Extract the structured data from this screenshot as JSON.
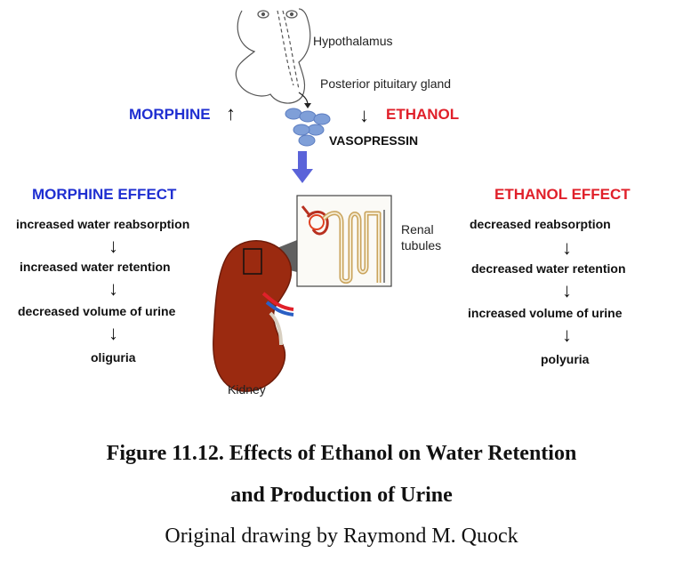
{
  "labels": {
    "hypothalamus": "Hypothalamus",
    "posterior_pituitary": "Posterior pituitary gland",
    "vasopressin": "VASOPRESSIN",
    "renal_tubules_1": "Renal",
    "renal_tubules_2": "tubules",
    "kidney": "Kidney"
  },
  "drugs": {
    "morphine": {
      "label": "MORPHINE",
      "arrow": "↑",
      "color": "#1f2fd1"
    },
    "ethanol": {
      "label": "ETHANOL",
      "arrow": "↓",
      "color": "#e0202a"
    }
  },
  "morphine_effect": {
    "title": "MORPHINE EFFECT",
    "color": "#1f2fd1",
    "steps": [
      "increased water reabsorption",
      "increased water retention",
      "decreased volume of urine",
      "oliguria"
    ]
  },
  "ethanol_effect": {
    "title": "ETHANOL EFFECT",
    "color": "#e0202a",
    "steps": [
      "decreased reabsorption",
      "decreased water retention",
      "increased volume of urine",
      "polyuria"
    ]
  },
  "chain_arrow": "↓",
  "caption": {
    "line1": "Figure 11.12. Effects of Ethanol on Water Retention",
    "line2": "and Production of Urine",
    "credit": "Original drawing by Raymond M. Quock"
  },
  "colors": {
    "vasopressin_beads": "#7f9fd8",
    "flow_arrow": "#5a63d9",
    "kidney": "#9b2a10",
    "tubule": "#c9a35b"
  }
}
